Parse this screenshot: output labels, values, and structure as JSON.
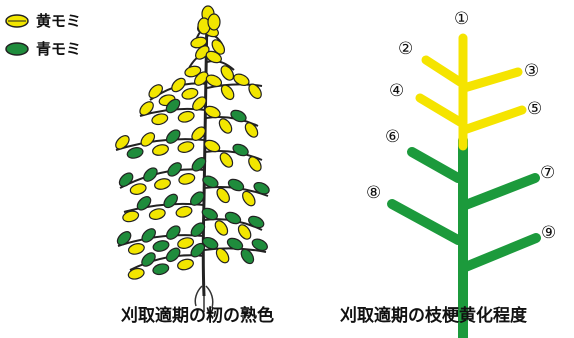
{
  "legend": {
    "yellow_label": "黄モミ",
    "green_label": "青モミ"
  },
  "captions": {
    "left": "刈取適期の籾の熟色",
    "right": "刈取適期の枝梗黄化程度"
  },
  "branch_numbers": [
    "①",
    "②",
    "③",
    "④",
    "⑤",
    "⑥",
    "⑦",
    "⑧",
    "⑨"
  ],
  "colors": {
    "yellow_grain": "#f2e600",
    "green_grain": "#1f8c3c",
    "panicle_yellow": "#f5e400",
    "panicle_green": "#1c9a3c",
    "outline": "#222222"
  }
}
